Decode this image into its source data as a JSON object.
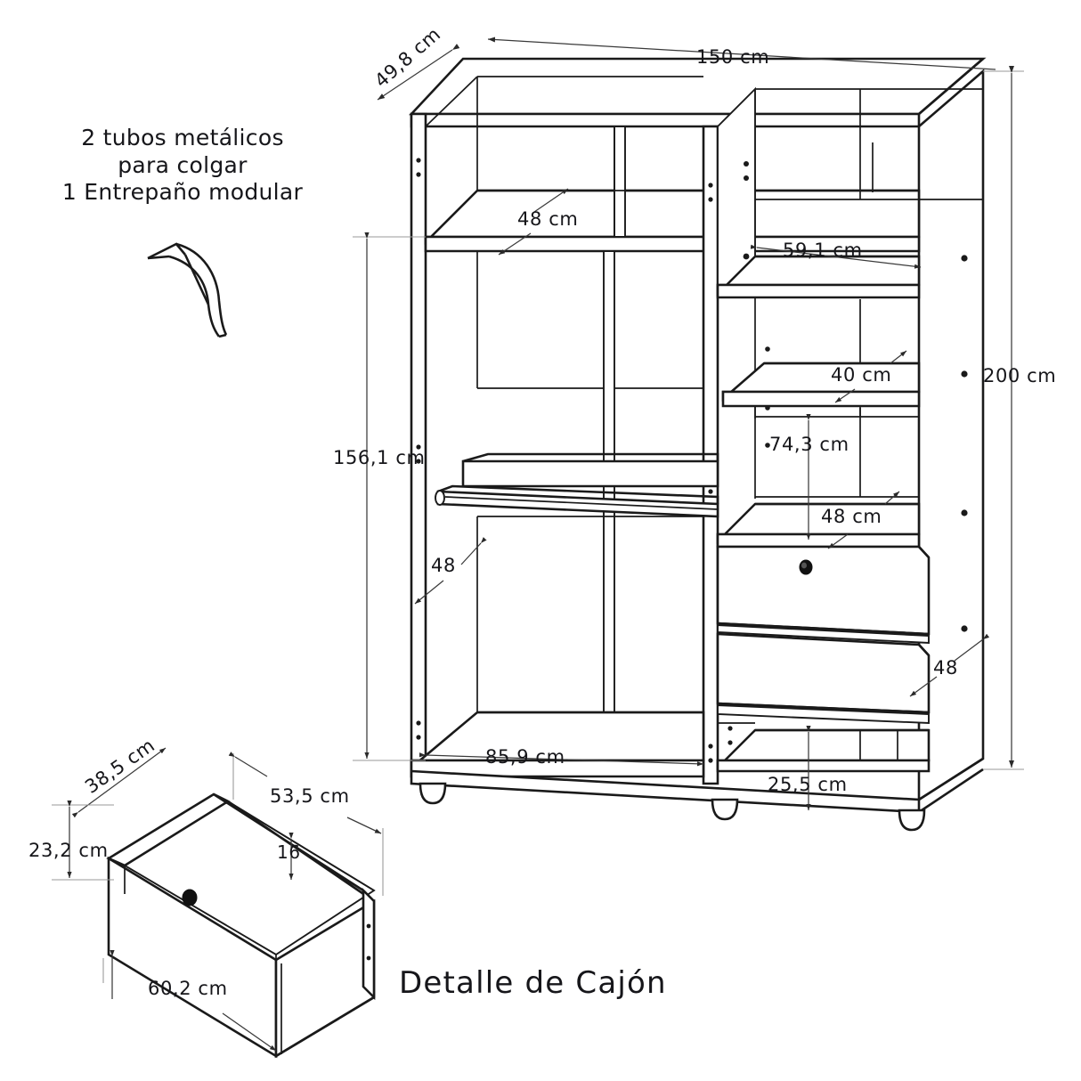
{
  "document": {
    "type": "furniture-assembly-dimension-drawing",
    "product": "wardrobe-closet",
    "units": "cm",
    "background_color": "#ffffff",
    "line_color": "#1a1a1a",
    "dimension_line_color": "#3a3a3a"
  },
  "annotation_note": {
    "line1": "2 tubos metálicos",
    "line2": "para colgar",
    "line3": "1 Entrepaño modular",
    "arrow": "curved-arrow-up"
  },
  "caption": {
    "text": "Detalle de Cajón"
  },
  "wardrobe": {
    "name": "wardrobe-isometric-view",
    "dimensions": {
      "overall_width": "150 cm",
      "overall_depth": "49,8 cm",
      "overall_height": "200 cm",
      "left_bay_width": "85,9 cm",
      "right_bay_width": "59,1 cm",
      "top_shelf_height": "48 cm",
      "hanging_height": "156,1 cm",
      "left_lower_depth": "48",
      "right_side_height": "48",
      "right_shelf_40": "40 cm",
      "right_shelf_74": "74,3 cm",
      "right_drawer_48": "48 cm",
      "bottom_compartment": "25,5 cm"
    },
    "features": {
      "hanging_rods": 2,
      "drawers": 2,
      "feet": 4,
      "knob": "drawer-knob"
    }
  },
  "drawer_detail": {
    "name": "drawer-isometric-view",
    "dimensions": {
      "inner_depth": "38,5 cm",
      "top_width": "53,5 cm",
      "height": "23,2 cm",
      "bottom_thickness": "16",
      "front_width": "60,2 cm"
    },
    "features": {
      "knob": "drawer-knob"
    }
  }
}
